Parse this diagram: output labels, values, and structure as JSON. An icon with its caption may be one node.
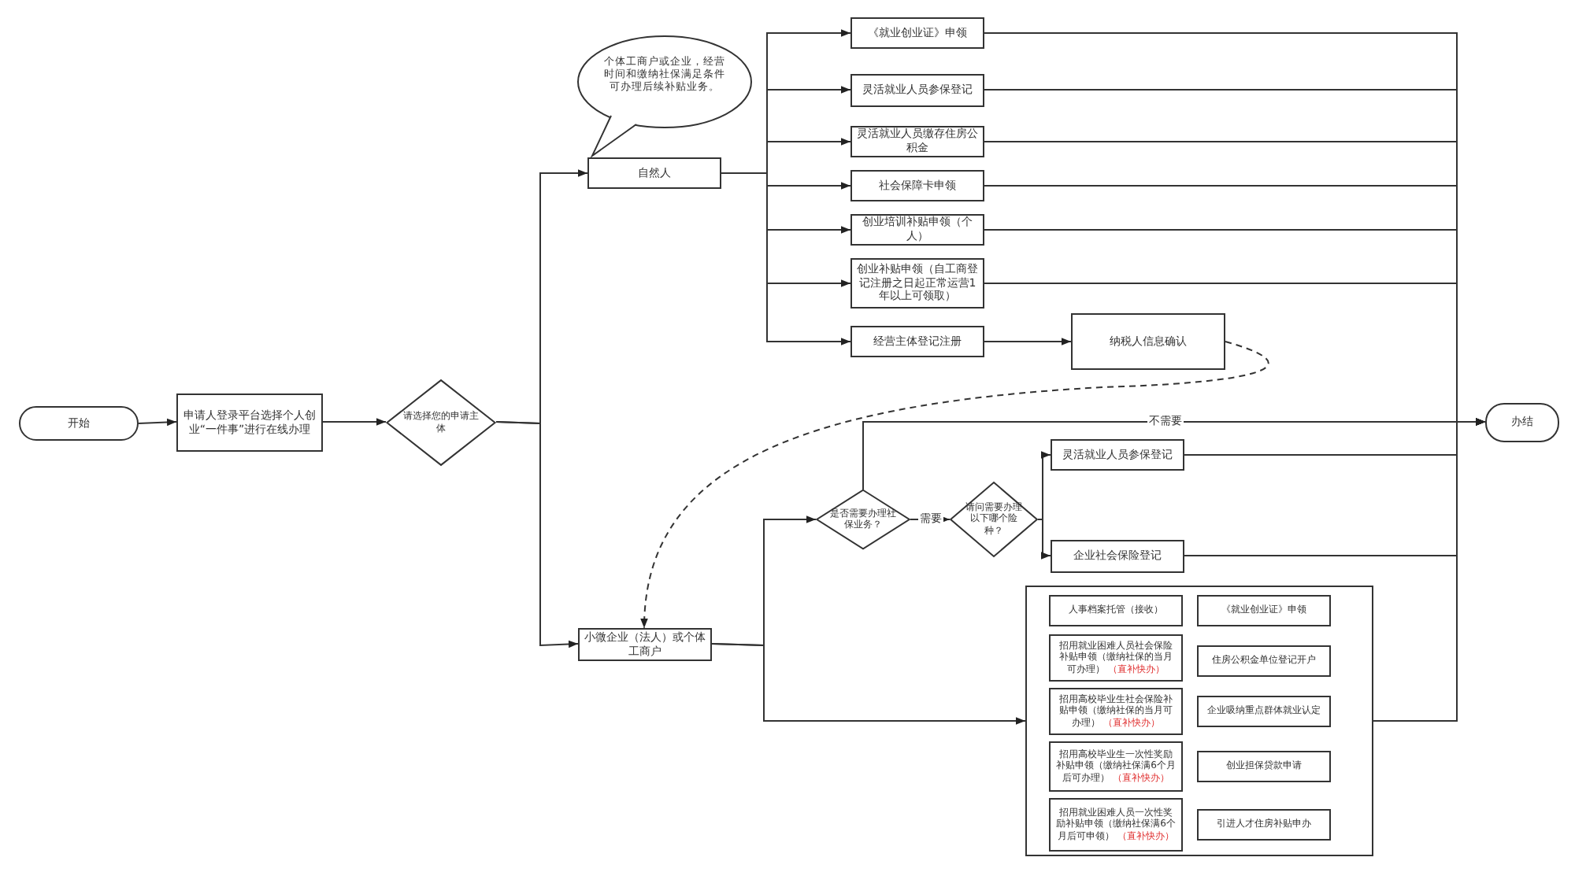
{
  "diagram": {
    "nodes": [
      {
        "text": [
          "开始"
        ]
      },
      {
        "text": [
          "申请人登录平台选择个人创业“一件事”进行在线办理"
        ]
      },
      {
        "text": [
          "请选择您的申请主体"
        ]
      },
      {
        "text": [
          "自然人"
        ]
      },
      {
        "text": [
          "个体工商户或企业，经营时间和缴纳社保满足条件可办理后续补贴业务。"
        ]
      },
      {
        "text": [
          "《就业创业证》申领"
        ]
      },
      {
        "text": [
          "灵活就业人员参保登记"
        ]
      },
      {
        "text": [
          "灵活就业人员缴存住房公积金"
        ]
      },
      {
        "text": [
          "社会保障卡申领"
        ]
      },
      {
        "text": [
          "创业培训补贴申领（个人）"
        ]
      },
      {
        "text": [
          "创业补贴申领（自工商登记注册之日起正常运营1年以上可领取）"
        ]
      },
      {
        "text": [
          "经营主体登记注册"
        ]
      },
      {
        "text": [
          "纳税人信息确认"
        ]
      },
      {
        "text": [
          "办结"
        ]
      },
      {
        "text": [
          "小微企业（法人）或个体工商户"
        ]
      },
      {
        "text": [
          "是否需要办理社保业务？"
        ]
      },
      {
        "text": [
          "请问需要办理以下哪个险种？"
        ]
      },
      {
        "text": [
          "灵活就业人员参保登记"
        ]
      },
      {
        "text": [
          "企业社会保险登记"
        ]
      },
      {
        "text": [],
        "shape": "box"
      },
      {
        "text": [
          "人事档案托管（接收）"
        ],
        "in": 19
      },
      {
        "text": [
          "《就业创业证》申领"
        ],
        "in": 19
      },
      {
        "text": [
          "招用就业困难人员社会保险补贴申领（缴纳社保的当月可办理）",
          "（直补快办）"
        ],
        "in": 19
      },
      {
        "text": [
          "住房公积金单位登记开户"
        ],
        "in": 19
      },
      {
        "text": [
          "招用高校毕业生社会保险补贴申领（缴纳社保的当月可办理）",
          "（直补快办）"
        ],
        "in": 19
      },
      {
        "text": [
          "企业吸纳重点群体就业认定"
        ],
        "in": 19
      },
      {
        "text": [
          "招用高校毕业生一次性奖励补贴申领（缴纳社保满6个月后可办理）",
          "（直补快办）"
        ],
        "in": 19
      },
      {
        "text": [
          "创业担保贷款申请"
        ],
        "in": 19
      },
      {
        "text": [
          "招用就业困难人员一次性奖励补贴申领（缴纳社保满6个月后可申领）",
          "（直补快办）"
        ],
        "in": 19
      },
      {
        "text": [
          "引进人才住房补贴申办"
        ],
        "in": 19
      }
    ],
    "edges": [
      {
        "from": 0,
        "to": 1,
        "arrow": "to"
      },
      {
        "from": 1,
        "to": 2,
        "arrow": "to"
      },
      {
        "from": 2,
        "to": 3,
        "arrow": "to"
      },
      {
        "from": 2,
        "to": 14,
        "arrow": "to"
      },
      {
        "from": 3,
        "to": 5,
        "arrow": "to"
      },
      {
        "from": 3,
        "to": 6,
        "arrow": "to"
      },
      {
        "from": 3,
        "to": 7,
        "arrow": "to"
      },
      {
        "from": 3,
        "to": 8,
        "arrow": "to"
      },
      {
        "from": 3,
        "to": 9,
        "arrow": "to"
      },
      {
        "from": 3,
        "to": 10,
        "arrow": "to"
      },
      {
        "from": 3,
        "to": 11,
        "arrow": "to"
      },
      {
        "from": 11,
        "to": 12,
        "arrow": "to"
      },
      {
        "from": 12,
        "to": 14,
        "arrow": "to",
        "style": "dashed"
      },
      {
        "from": 5,
        "to": 13,
        "arrow": "to"
      },
      {
        "from": 6,
        "to": 13,
        "arrow": "to"
      },
      {
        "from": 7,
        "to": 13,
        "arrow": "to"
      },
      {
        "from": 8,
        "to": 13,
        "arrow": "to"
      },
      {
        "from": 9,
        "to": 13,
        "arrow": "to"
      },
      {
        "from": 10,
        "to": 13,
        "arrow": "to"
      },
      {
        "from": 14,
        "to": 15,
        "arrow": "to"
      },
      {
        "from": 14,
        "to": 19,
        "arrow": "to"
      },
      {
        "from": 15,
        "to": 13,
        "arrow": "to",
        "label": "不需要"
      },
      {
        "from": 15,
        "to": 16,
        "arrow": "to",
        "label": "需要"
      },
      {
        "from": 16,
        "to": 17,
        "arrow": "to"
      },
      {
        "from": 16,
        "to": 18,
        "arrow": "to"
      },
      {
        "from": 17,
        "to": 13,
        "arrow": "to"
      },
      {
        "from": 18,
        "to": 13,
        "arrow": "to"
      },
      {
        "from": 19,
        "to": 13,
        "arrow": "to"
      }
    ]
  }
}
